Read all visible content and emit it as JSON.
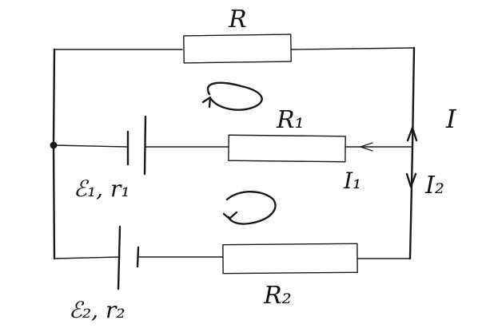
{
  "labels": {
    "R": "R",
    "R1": "R₁",
    "R2": "R₂",
    "emf1": "ℰ₁, r₁",
    "emf2": "ℰ₂, r₂",
    "I": "I",
    "I1": "I₁",
    "I2": "I₂"
  },
  "style": {
    "ink": "#1a1a1a",
    "background": "#ffffff"
  }
}
